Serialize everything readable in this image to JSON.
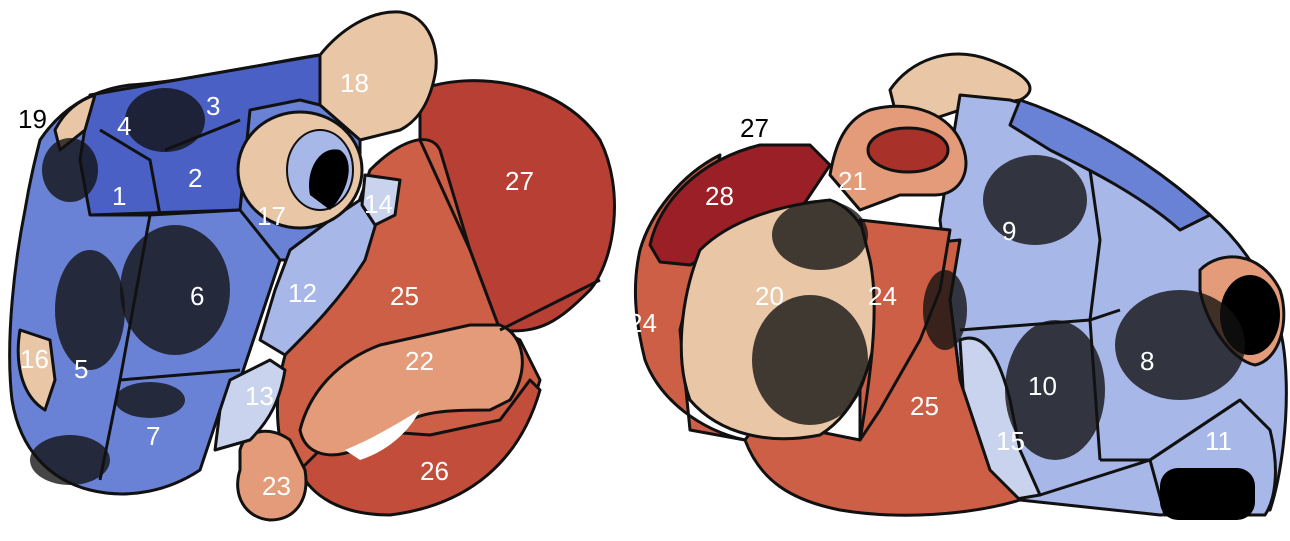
{
  "colors": {
    "blue_dark": "#4a60c4",
    "blue_mid": "#6a82d6",
    "blue_light": "#a7b7e8",
    "blue_pale": "#c9d3ee",
    "tan": "#e8c6a6",
    "salmon": "#e39b79",
    "orange_red": "#cc5f46",
    "red": "#b73f34",
    "dark_red": "#9a1f26",
    "scar": "#111111",
    "outline": "#111111"
  },
  "left_view": {
    "labels": [
      "1",
      "2",
      "3",
      "4",
      "5",
      "6",
      "7",
      "12",
      "13",
      "14",
      "16",
      "17",
      "18",
      "19",
      "22",
      "23",
      "25",
      "26",
      "27"
    ]
  },
  "right_view": {
    "labels": [
      "8",
      "9",
      "10",
      "11",
      "15",
      "20",
      "21",
      "24",
      "24",
      "25",
      "27",
      "28"
    ]
  }
}
